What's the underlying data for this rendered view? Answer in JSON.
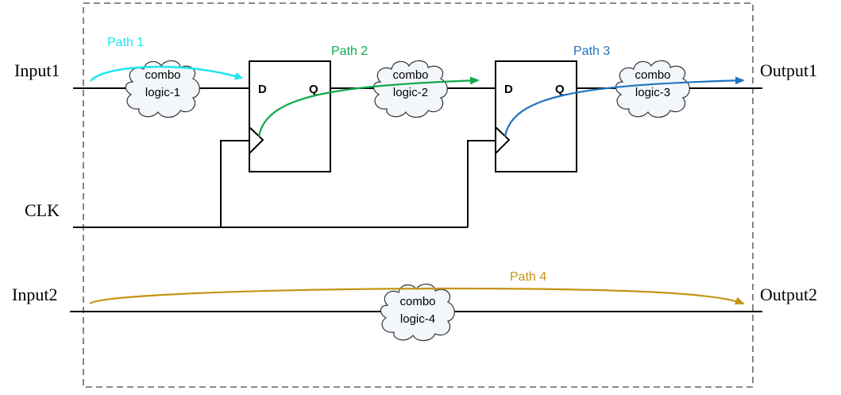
{
  "diagram": {
    "type": "timing-paths-schematic",
    "ports": {
      "input1": "Input1",
      "input2": "Input2",
      "clk": "CLK",
      "output1": "Output1",
      "output2": "Output2"
    },
    "flip_flops": [
      {
        "d_label": "D",
        "q_label": "Q"
      },
      {
        "d_label": "D",
        "q_label": "Q"
      }
    ],
    "logic_clouds": [
      {
        "line1": "combo",
        "line2": "logic-1"
      },
      {
        "line1": "combo",
        "line2": "logic-2"
      },
      {
        "line1": "combo",
        "line2": "logic-3"
      },
      {
        "line1": "combo",
        "line2": "logic-4"
      }
    ],
    "paths": [
      {
        "label": "Path 1",
        "color": "#1ee6ee",
        "from": "Input1",
        "to": "FF1.D"
      },
      {
        "label": "Path 2",
        "color": "#11a84e",
        "from": "FF1.CLK",
        "to": "FF2.D"
      },
      {
        "label": "Path 3",
        "color": "#1f73c0",
        "from": "FF2.CLK",
        "to": "Output1"
      },
      {
        "label": "Path 4",
        "color": "#c49414",
        "from": "Input2",
        "to": "Output2"
      }
    ],
    "boundary_style": "dashed"
  }
}
